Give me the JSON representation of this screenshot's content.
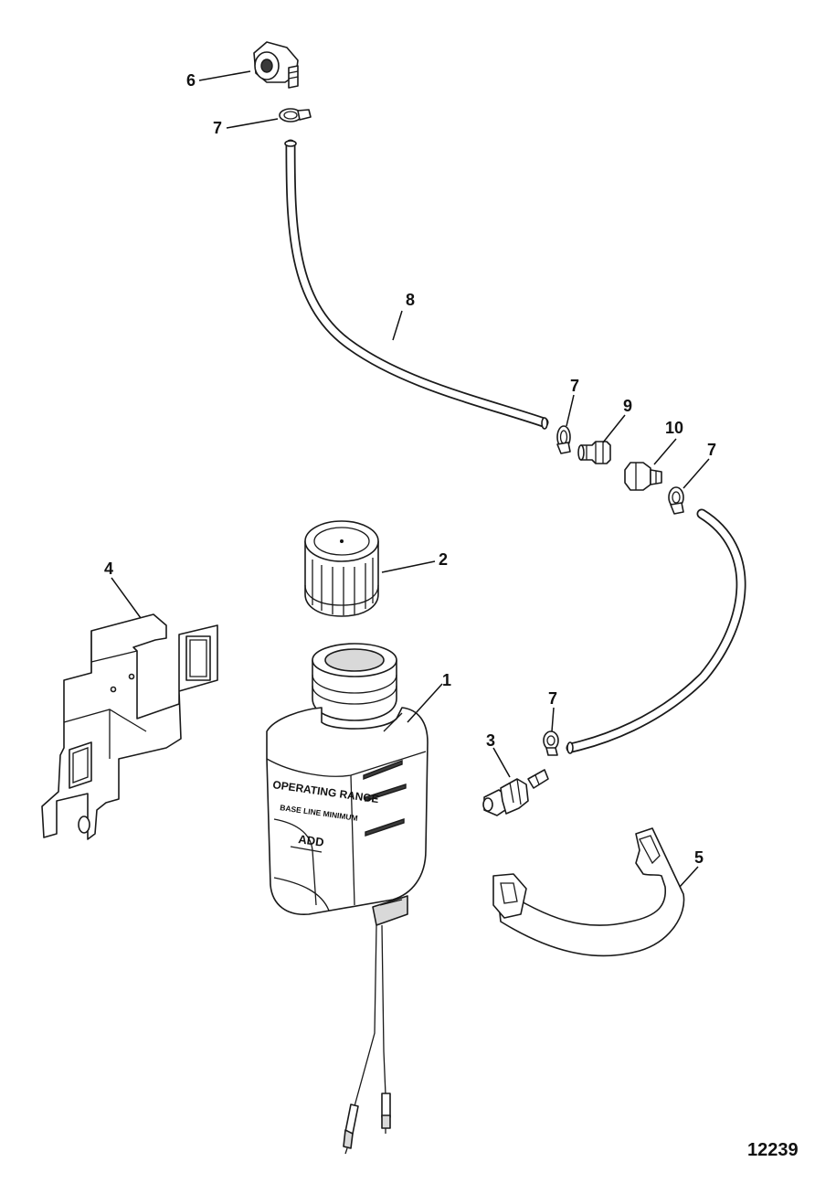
{
  "figure_number": "12239",
  "callouts": {
    "tank": "1",
    "cap": "2",
    "fitting_3": "3",
    "bracket": "4",
    "strap": "5",
    "elbow": "6",
    "clamp_top": "7",
    "clamp_mid": "7",
    "clamp_right": "7",
    "clamp_lower": "7",
    "hose": "8",
    "connector_9": "9",
    "connector_10": "10"
  },
  "tank_labels": {
    "line1": "OPERATING RANGE",
    "line2": "BASE LINE MINIMUM",
    "line3": "ADD"
  }
}
